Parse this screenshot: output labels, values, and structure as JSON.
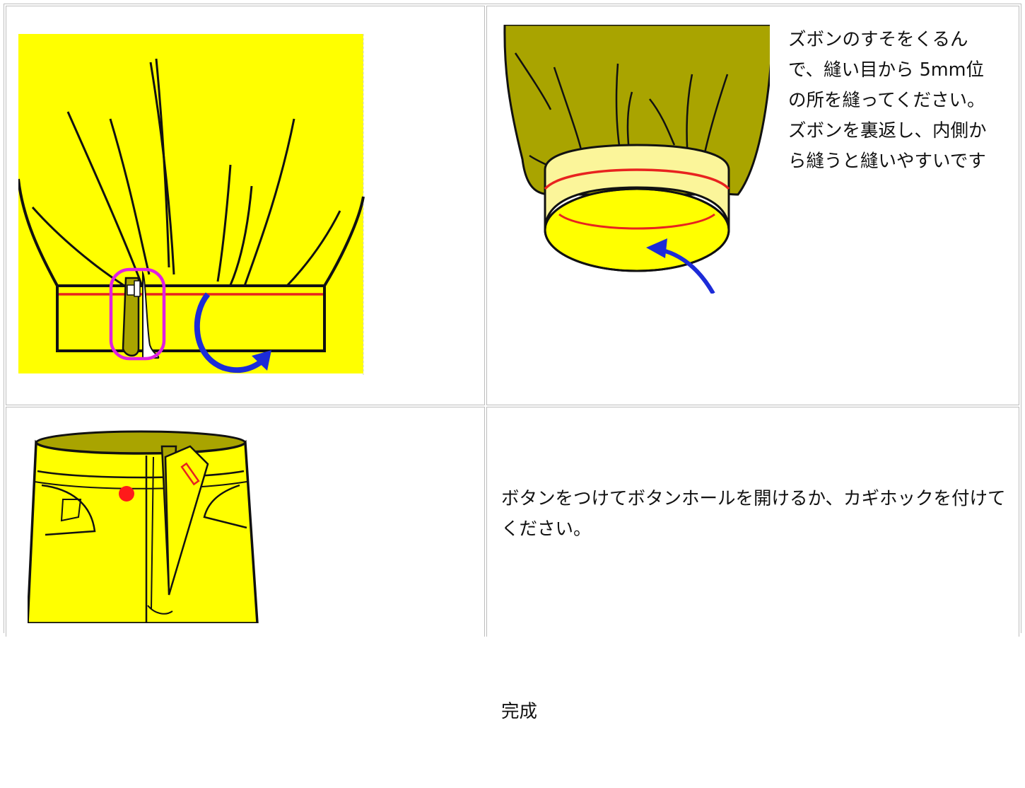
{
  "steps": [
    {
      "illustration": "pant-hem-waistband-fold",
      "colors": {
        "fabric": "#ffff00",
        "stitch": "#e8231f",
        "highlight": "#e020e0",
        "arrow": "#1c2bd8",
        "lining": "#a9a400"
      }
    },
    {
      "illustration": "cuff-roll-sewing",
      "text": "ズボンのすそをくるんで、縫い目から 5mm位の所を縫ってください。\nズボンを裏返し、内側から縫うと縫いやすいです",
      "colors": {
        "fabric": "#a9a400",
        "cuff": "#fbf59a",
        "stitch": "#e8231f",
        "arrow": "#1c2bd8"
      }
    },
    {
      "illustration": "trousers-button-front",
      "colors": {
        "fabric": "#ffff00",
        "button": "#ff1a1a",
        "buttonhole": "#e8231f"
      }
    },
    {
      "text": "ボタンをつけてボタンホールを開けるか、カギホックを付けてください。",
      "note": "完成"
    }
  ]
}
